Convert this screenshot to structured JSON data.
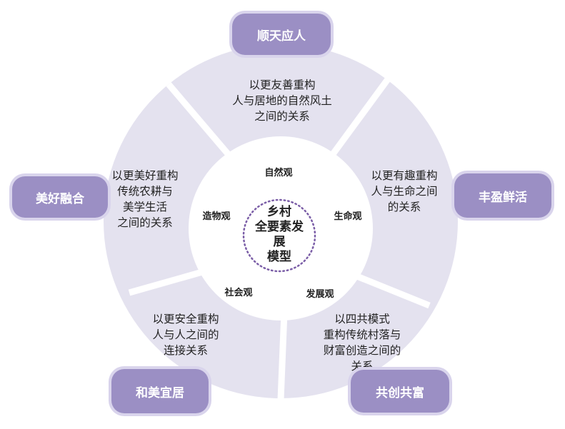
{
  "center": {
    "lines": [
      "乡村",
      "全要素发",
      "展",
      "模型"
    ]
  },
  "views": {
    "nature": "自然观",
    "life": "生命观",
    "development": "发展观",
    "society": "社会观",
    "creation": "造物观"
  },
  "segments": {
    "top": [
      "以更友善重构",
      "人与居地的自然风土",
      "之间的关系"
    ],
    "right": [
      "以更有趣重构",
      "人与生命之间",
      "的关系"
    ],
    "bottom_right": [
      "以四共模式",
      "重构传统村落与",
      "财富创造之间的",
      "关系"
    ],
    "bottom_left": [
      "以更安全重构",
      "人与人之间的",
      "连接关系"
    ],
    "left": [
      "以更美好重构",
      "传统农耕与",
      "美学生活",
      "之间的关系"
    ]
  },
  "tags": {
    "top": "顺天应人",
    "right": "丰盈鲜活",
    "bottom_right": "共创共富",
    "bottom_left": "和美宜居",
    "left": "美好融合"
  },
  "colors": {
    "ring": "#e4e2ef",
    "tag_fill": "#9b8fc4",
    "tag_border": "#d9d4ec",
    "dotted_circle": "#7b5ea7"
  }
}
